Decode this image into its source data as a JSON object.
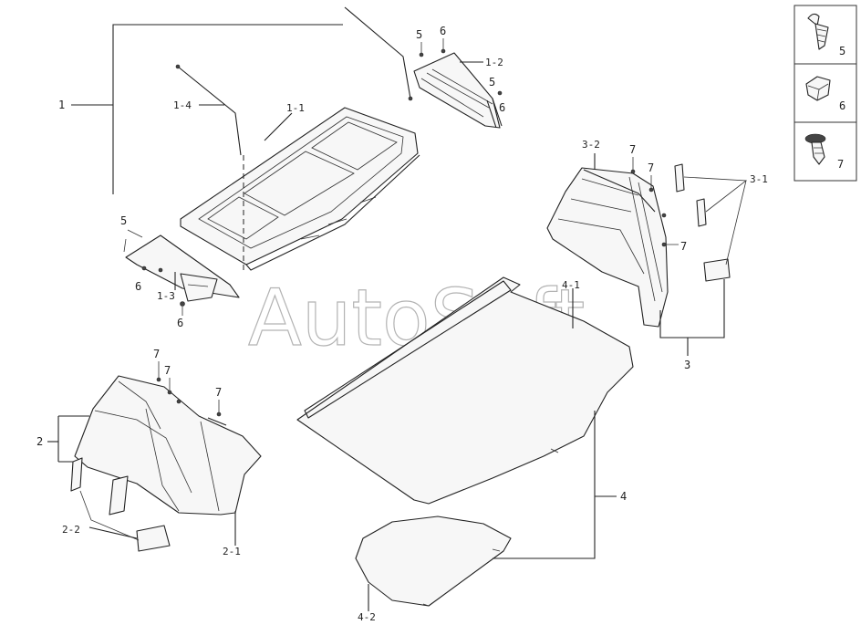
{
  "watermark": "AutoSoft",
  "labels": {
    "l1": "1",
    "l1_1": "1-1",
    "l1_2": "1-2",
    "l1_3": "1-3",
    "l1_4": "1-4",
    "l2": "2",
    "l2_1": "2-1",
    "l2_2": "2-2",
    "l3": "3",
    "l3_1": "3-1",
    "l3_2": "3-2",
    "l4": "4",
    "l4_1": "4-1",
    "l4_2": "4-2",
    "l5": "5",
    "l6": "6",
    "l7": "7"
  },
  "legend": {
    "items": [
      {
        "number": "5",
        "icon": "screw-icon"
      },
      {
        "number": "6",
        "icon": "clip-nut-icon"
      },
      {
        "number": "7",
        "icon": "push-rivet-icon"
      }
    ]
  }
}
